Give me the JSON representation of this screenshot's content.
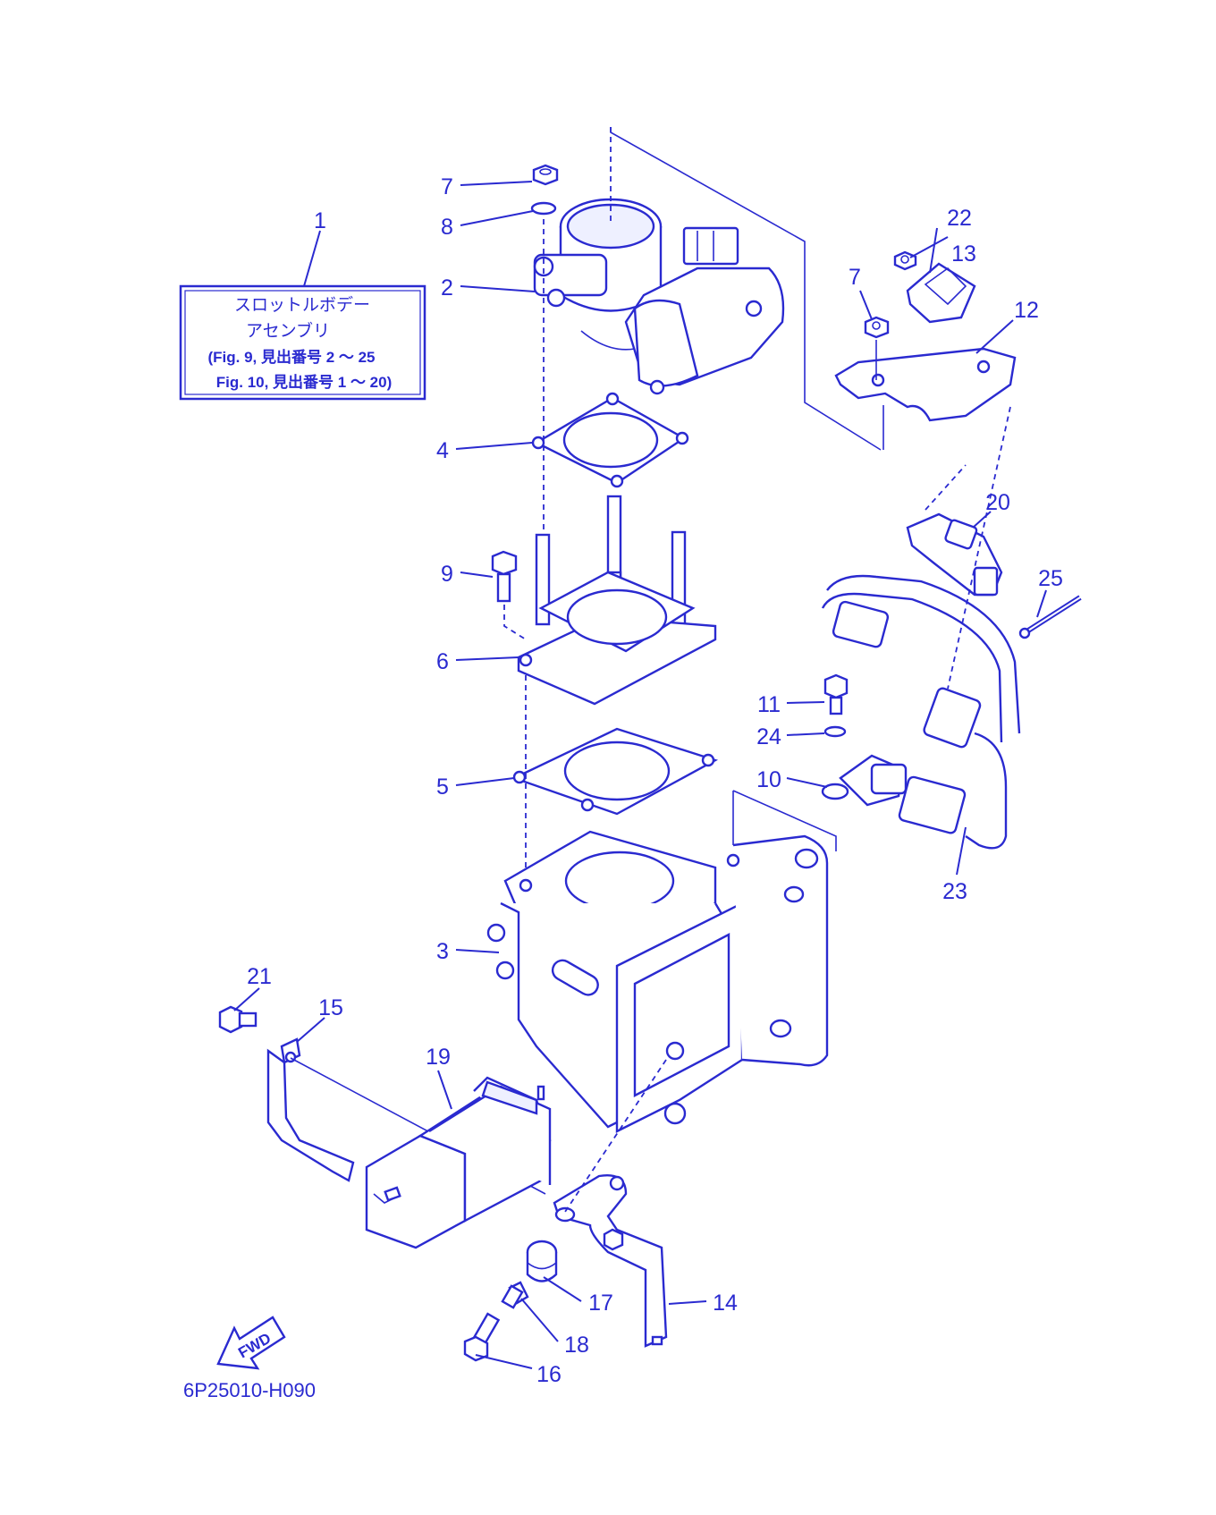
{
  "colors": {
    "ink": "#2a2ad0",
    "paper": "#ffffff"
  },
  "title_box": {
    "line1": "スロットルボデー",
    "line2": "アセンブリ",
    "line3": "(Fig. 9, 見出番号 2 ～ 25",
    "line4": "Fig. 10, 見出番号 1 ～ 20)"
  },
  "callouts": [
    "1",
    "2",
    "3",
    "4",
    "5",
    "6",
    "7",
    "7",
    "8",
    "9",
    "10",
    "11",
    "12",
    "13",
    "14",
    "15",
    "16",
    "17",
    "18",
    "19",
    "20",
    "21",
    "22",
    "23",
    "24",
    "25"
  ],
  "fwd_label": "FWD",
  "drawing_code": "6P25010-H090"
}
